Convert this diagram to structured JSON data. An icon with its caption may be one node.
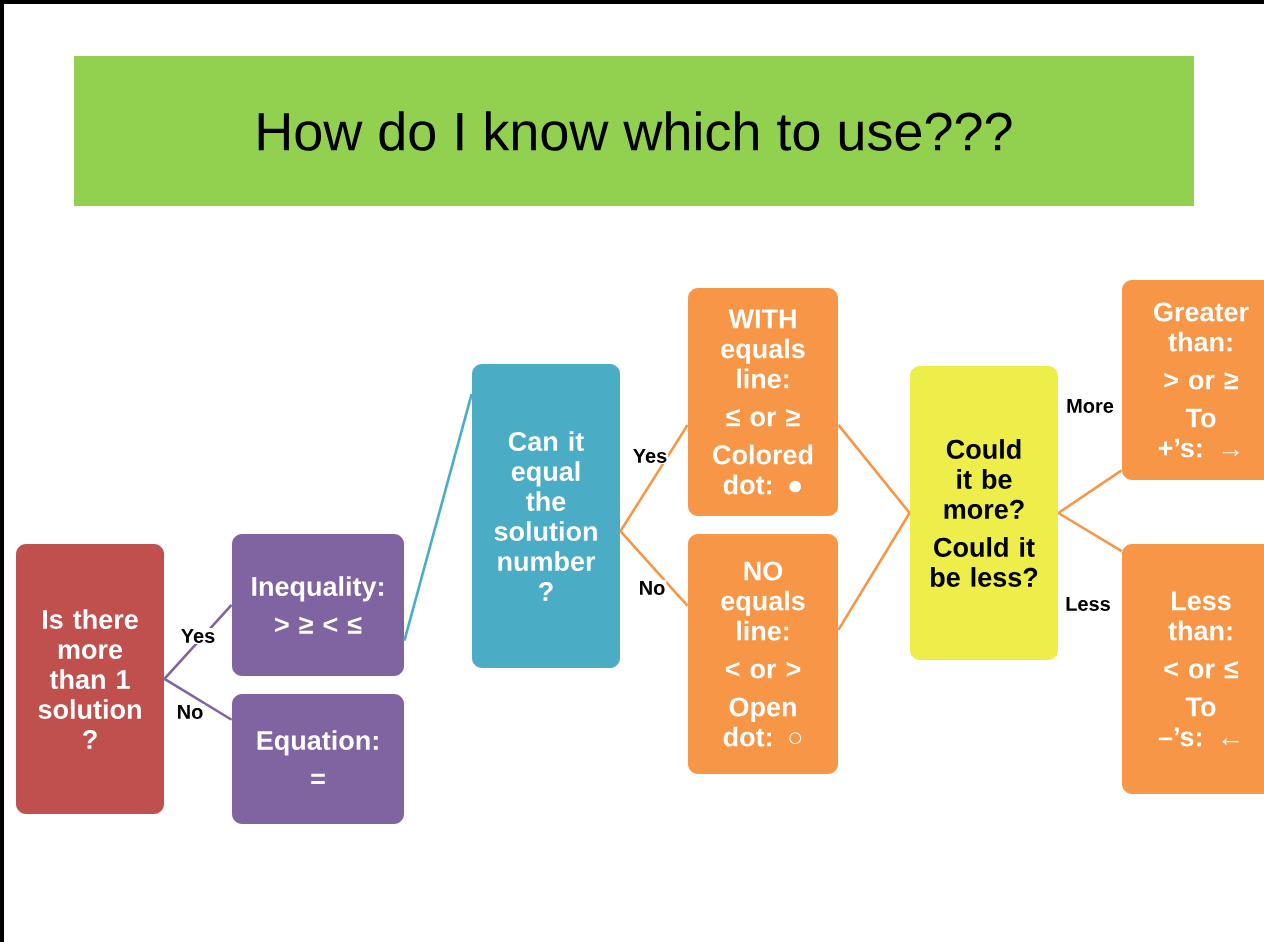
{
  "diagram": {
    "title": "How do I know which to use???",
    "nodes": [
      {
        "text": [
          "Is there more than 1 solution ?"
        ]
      },
      {
        "text": [
          "Inequality:",
          "> ≥ < ≤"
        ]
      },
      {
        "text": [
          "Equation:",
          "="
        ]
      },
      {
        "text": [
          "Can it equal the solution number ?"
        ]
      },
      {
        "text": [
          "WITH equals line:",
          "≤ or ≥",
          "Colored dot: ●"
        ]
      },
      {
        "text": [
          "NO equals line:",
          "< or >",
          "Open dot: ○"
        ]
      },
      {
        "text": [
          "Could it be more?",
          "Could it be less?"
        ]
      },
      {
        "text": [
          "Greater than:",
          "> or ≥",
          "To +’s: →"
        ]
      },
      {
        "text": [
          "Less than:",
          "< or ≤",
          "To –’s: ←"
        ]
      }
    ],
    "edges": [
      {
        "from": 0,
        "to": 1,
        "arrow": "none",
        "label": "Yes",
        "color": "#8064a2"
      },
      {
        "from": 0,
        "to": 2,
        "arrow": "none",
        "label": "No",
        "color": "#8064a2"
      },
      {
        "from": 1,
        "to": 3,
        "arrow": "none",
        "color": "#4bacc6"
      },
      {
        "from": 3,
        "to": 4,
        "arrow": "none",
        "label": "Yes"
      },
      {
        "from": 3,
        "to": 5,
        "arrow": "none",
        "label": "No"
      },
      {
        "from": 4,
        "to": 6,
        "arrow": "none"
      },
      {
        "from": 5,
        "to": 6,
        "arrow": "none"
      },
      {
        "from": 6,
        "to": 7,
        "arrow": "none",
        "label": "More"
      },
      {
        "from": 6,
        "to": 8,
        "arrow": "none",
        "label": "Less"
      }
    ]
  }
}
